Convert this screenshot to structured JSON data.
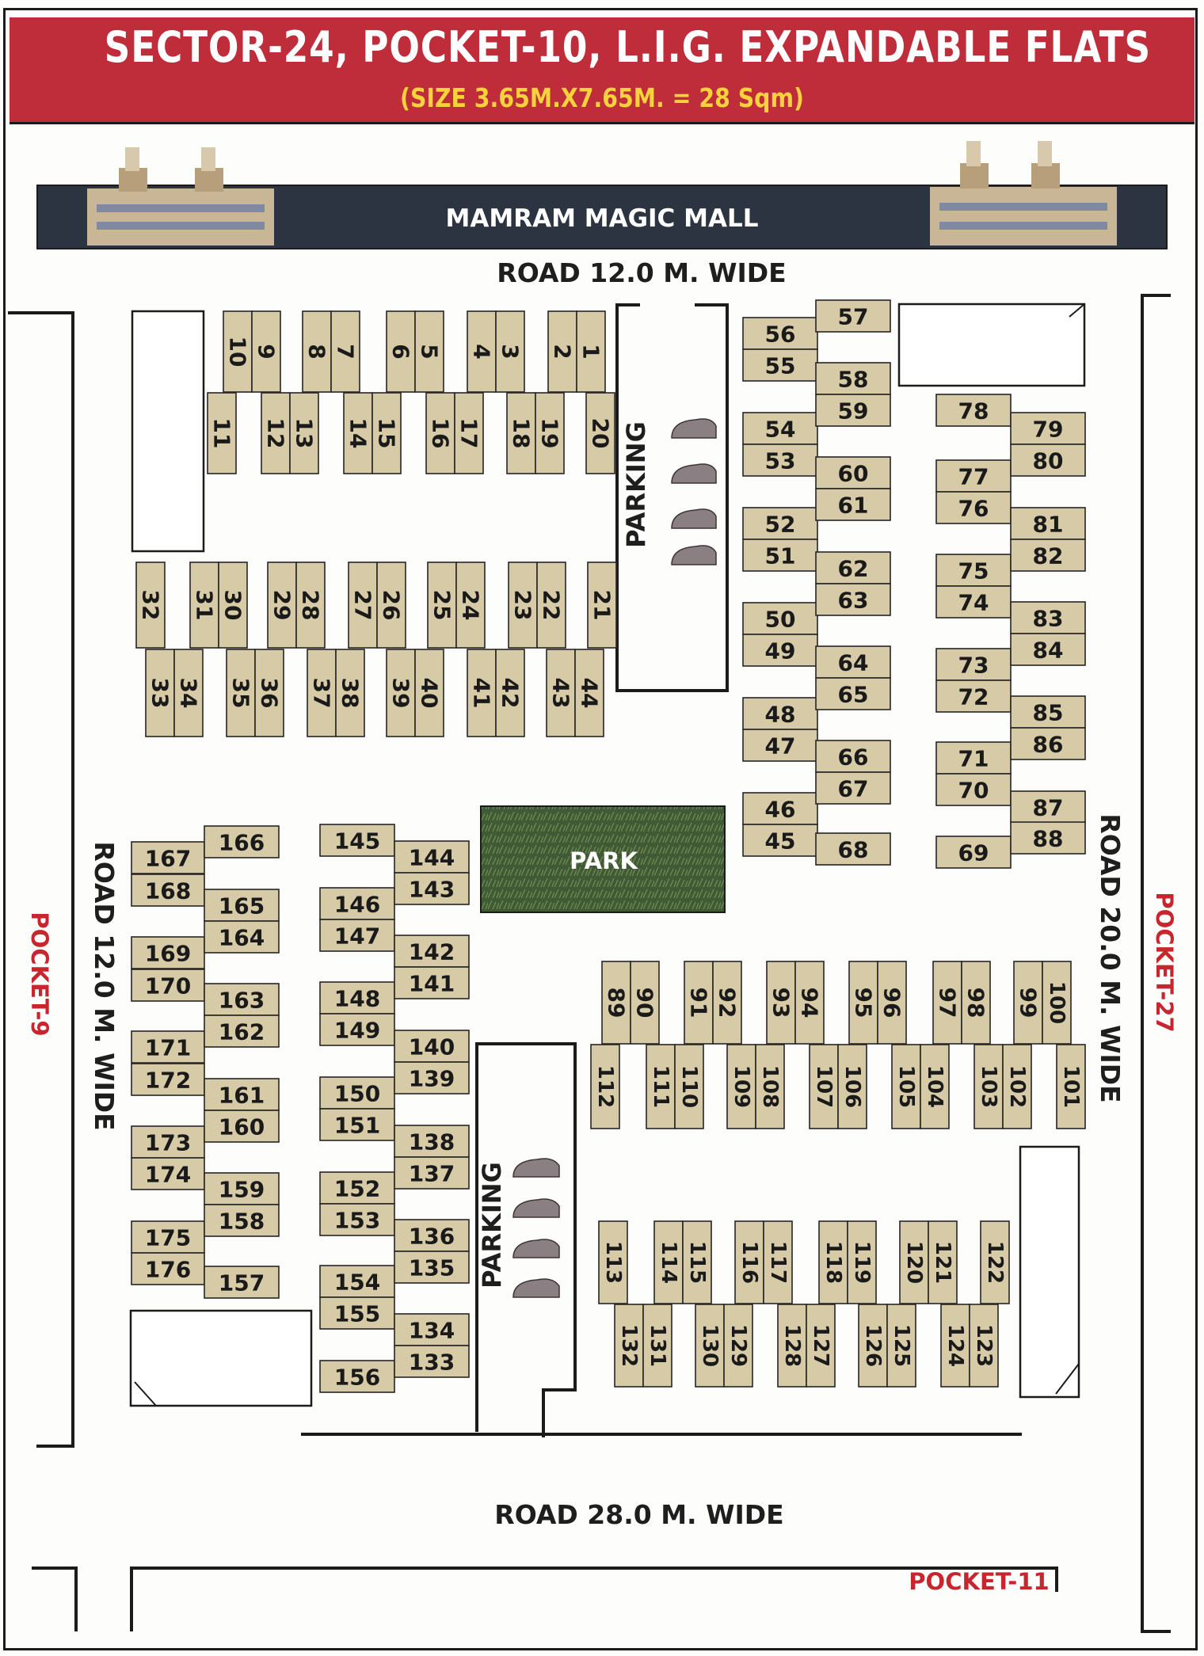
{
  "header": {
    "title": "SECTOR-24, POCKET-10, L.I.G. EXPANDABLE FLATS",
    "subtitle": "(SIZE 3.65M.X7.65M. = 28 Sqm)"
  },
  "landmarks": {
    "mall": "MAMRAM MAGIC MALL",
    "park": "PARK",
    "parking_1": "PARKING",
    "parking_2": "PARKING"
  },
  "roads": {
    "top": "ROAD 12.0 M. WIDE",
    "left": "ROAD 12.0 M. WIDE",
    "right": "ROAD 20.0 M. WIDE",
    "bottom": "ROAD 28.0 M. WIDE"
  },
  "pockets": {
    "left": "POCKET-9",
    "right": "POCKET-27",
    "bottom": "POCKET-11"
  },
  "colors": {
    "header_bg": "#bf2c3a",
    "subtitle": "#f6d23c",
    "plot_fill": "#d6cba6",
    "pocket_label": "#c8262e",
    "mall_band": "#2b3440",
    "park": "#3f5a35"
  },
  "plots": {
    "top_row_a": [
      "10",
      "9",
      "8",
      "7",
      "6",
      "5",
      "4",
      "3",
      "2",
      "1"
    ],
    "top_row_b": [
      "11",
      "12",
      "13",
      "14",
      "15",
      "16",
      "17",
      "18",
      "19",
      "20"
    ],
    "mid_row_a": [
      "32",
      "31",
      "30",
      "29",
      "28",
      "27",
      "26",
      "25",
      "24",
      "23",
      "22",
      "21"
    ],
    "mid_row_b": [
      "33",
      "34",
      "35",
      "36",
      "37",
      "38",
      "39",
      "40",
      "41",
      "42",
      "43",
      "44"
    ],
    "col_a": [
      "56",
      "55",
      "54",
      "53",
      "52",
      "51",
      "50",
      "49",
      "48",
      "47",
      "46",
      "45"
    ],
    "col_b": [
      "57",
      "58",
      "59",
      "60",
      "61",
      "62",
      "63",
      "64",
      "65",
      "66",
      "67",
      "68"
    ],
    "col_c": [
      "78",
      "77",
      "76",
      "75",
      "74",
      "73",
      "72",
      "71",
      "70",
      "69"
    ],
    "col_d": [
      "79",
      "80",
      "81",
      "82",
      "83",
      "84",
      "85",
      "86",
      "87",
      "88"
    ],
    "east_row_a": [
      "89",
      "90",
      "91",
      "92",
      "93",
      "94",
      "95",
      "96",
      "97",
      "98",
      "99",
      "100"
    ],
    "east_row_b": [
      "112",
      "111",
      "110",
      "109",
      "108",
      "107",
      "106",
      "105",
      "104",
      "103",
      "102",
      "101"
    ],
    "east_row_c": [
      "113",
      "114",
      "115",
      "116",
      "117",
      "118",
      "119",
      "120",
      "121",
      "122"
    ],
    "east_row_d": [
      "132",
      "131",
      "130",
      "129",
      "128",
      "127",
      "126",
      "125",
      "124",
      "123"
    ],
    "west_col_a": [
      "167",
      "168",
      "169",
      "170",
      "171",
      "172",
      "173",
      "174",
      "175",
      "176"
    ],
    "west_col_b": [
      "166",
      "165",
      "164",
      "163",
      "162",
      "161",
      "160",
      "159",
      "158",
      "157"
    ],
    "west_col_c": [
      "145",
      "146",
      "147",
      "148",
      "149",
      "150",
      "151",
      "152",
      "153",
      "154",
      "155",
      "156"
    ],
    "west_col_d": [
      "144",
      "143",
      "142",
      "141",
      "140",
      "139",
      "138",
      "137",
      "136",
      "135",
      "134",
      "133"
    ]
  }
}
